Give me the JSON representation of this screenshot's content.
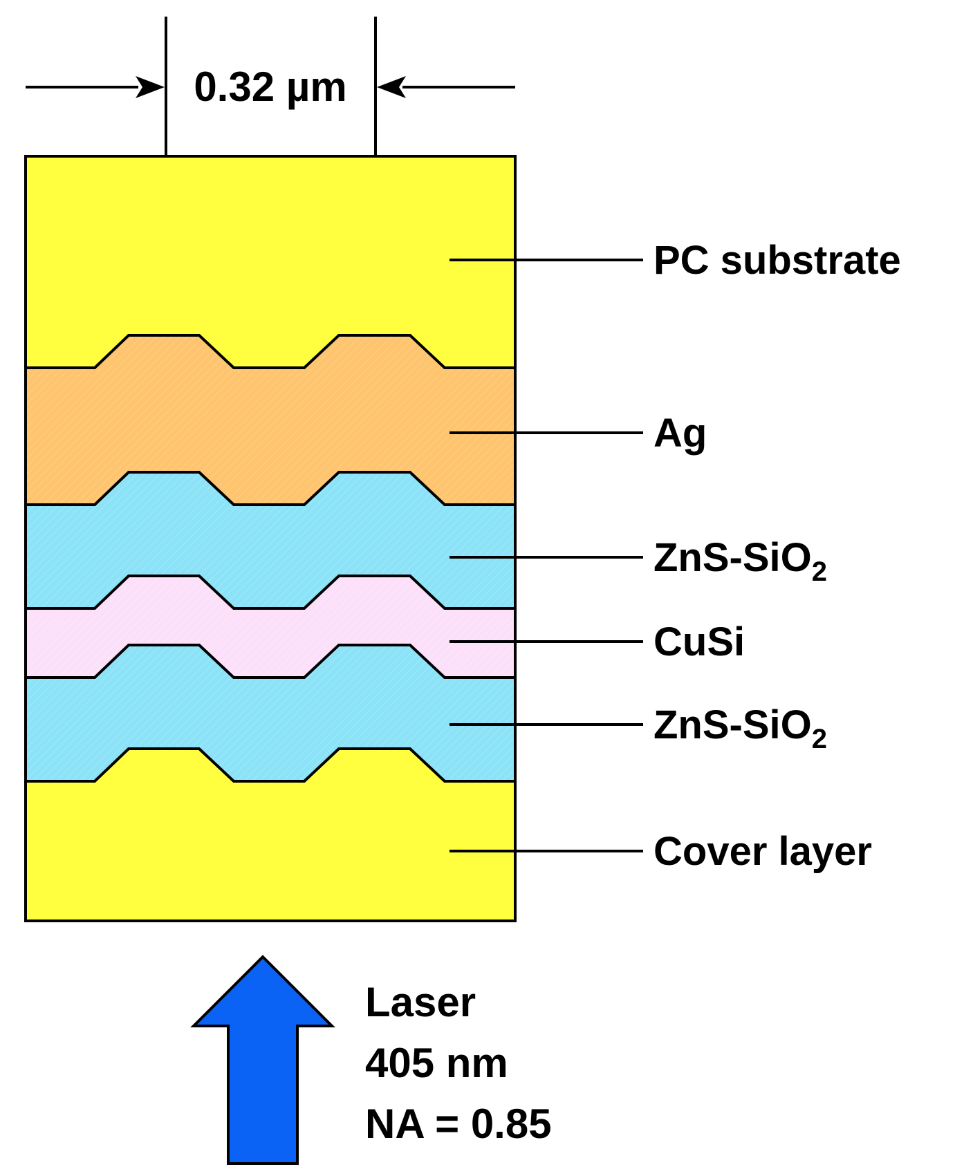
{
  "dimension": {
    "label": "0.32 µm"
  },
  "layers": [
    {
      "id": "pc-substrate",
      "label": "PC substrate",
      "color": "#FFFF3F"
    },
    {
      "id": "ag",
      "label": "Ag",
      "color": "#FFC46E"
    },
    {
      "id": "zns-sio2-top",
      "label": "ZnS-SiO",
      "subscript": "2",
      "color": "#8CE3F8"
    },
    {
      "id": "cusi",
      "label": "CuSi",
      "color": "#FCE0FA"
    },
    {
      "id": "zns-sio2-bottom",
      "label": "ZnS-SiO",
      "subscript": "2",
      "color": "#8CE3F8"
    },
    {
      "id": "cover-layer",
      "label": "Cover layer",
      "color": "#FFFF3F"
    }
  ],
  "laser": {
    "line1": "Laser",
    "line2": "405 nm",
    "line3": "NA = 0.85",
    "arrow_color": "#0A63F5"
  }
}
